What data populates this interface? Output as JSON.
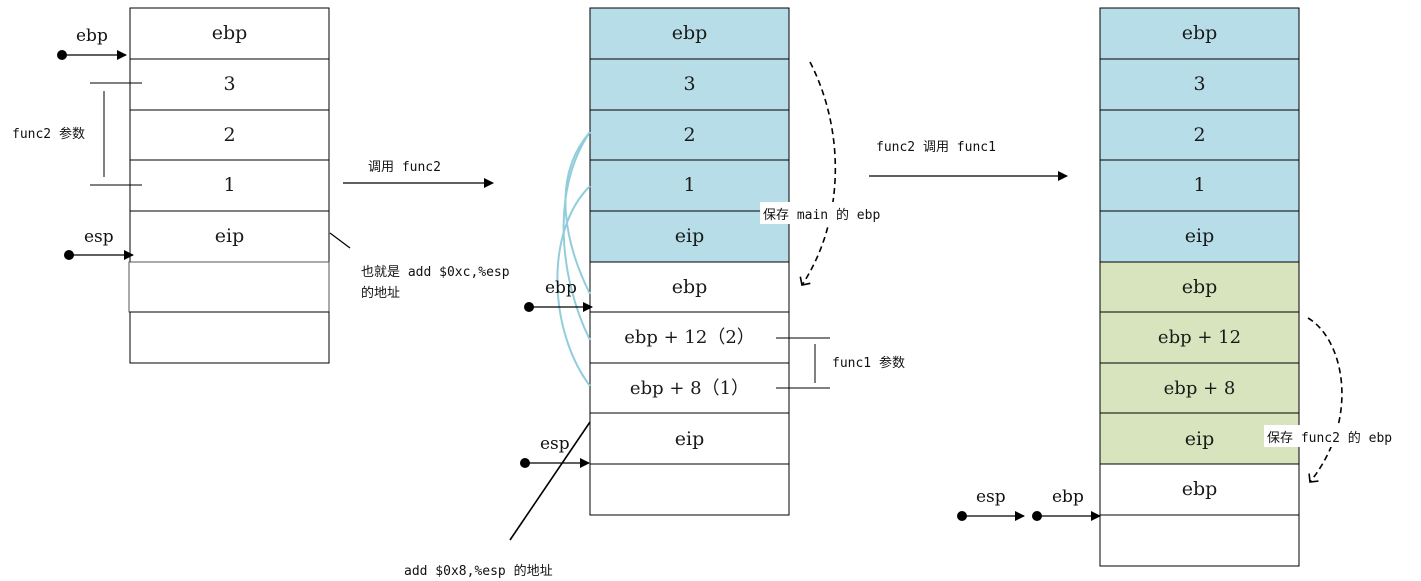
{
  "colors": {
    "blue_cell": "#b6dde8",
    "green_cell": "#d7e4bd",
    "white_cell": "#ffffff",
    "border": "#000000",
    "curve": "#92cddc"
  },
  "stack1": {
    "cells": [
      "ebp",
      "3",
      "2",
      "1",
      "eip",
      "",
      ""
    ],
    "ptr_ebp": "ebp",
    "ptr_esp": "esp",
    "params_label": "func2 参数",
    "note_line1": "也就是 add $0xc,%esp",
    "note_line2": "的地址"
  },
  "arrow1_label": "调用 func2",
  "stack2": {
    "cells": [
      "ebp",
      "3",
      "2",
      "1",
      "eip",
      "ebp",
      "ebp + 12（2）",
      "ebp + 8（1）",
      "eip",
      ""
    ],
    "ptr_ebp": "ebp",
    "ptr_esp": "esp",
    "save_label": "保存 main 的 ebp",
    "params_label": "func1 参数",
    "bottom_note": "add $0x8,%esp 的地址"
  },
  "arrow2_label": "func2 调用 func1",
  "stack3": {
    "cells": [
      "ebp",
      "3",
      "2",
      "1",
      "eip",
      "ebp",
      "ebp + 12",
      "ebp + 8",
      "eip",
      "ebp",
      ""
    ],
    "ptr_esp": "esp",
    "ptr_ebp": "ebp",
    "save_label": "保存 func2 的 ebp"
  }
}
